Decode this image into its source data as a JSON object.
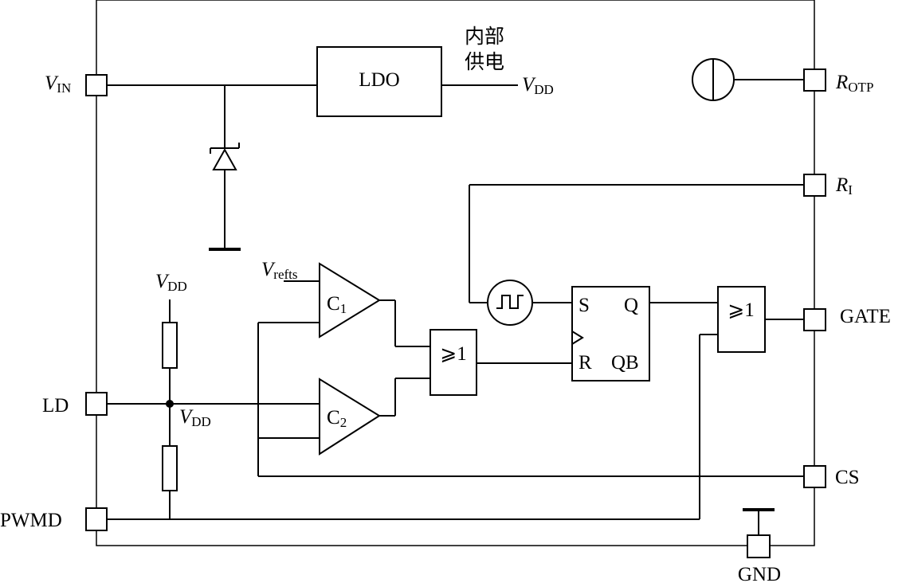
{
  "labels": {
    "vin_v": "V",
    "vin_sub": "IN",
    "rotp_r": "R",
    "rotp_sub": "OTP",
    "ri_r": "R",
    "ri_sub": "I",
    "gate": "GATE",
    "cs": "CS",
    "gnd": "GND",
    "ld": "LD",
    "pwmd": "PWMD",
    "ldo": "LDO",
    "internal_supply_line1": "内部",
    "internal_supply_line2": "供电",
    "vdd_out_v": "V",
    "vdd_out_sub": "DD",
    "vdd_top_v": "V",
    "vdd_top_sub": "DD",
    "vdd_mid_v": "V",
    "vdd_mid_sub": "DD",
    "vrefts_v": "V",
    "vrefts_sub": "refts",
    "c1_c": "C",
    "c1_sub": "1",
    "c2_c": "C",
    "c2_sub": "2",
    "or1": "⩾1",
    "or2": "⩾1",
    "ff_s": "S",
    "ff_q": "Q",
    "ff_r": "R",
    "ff_qb": "QB"
  }
}
